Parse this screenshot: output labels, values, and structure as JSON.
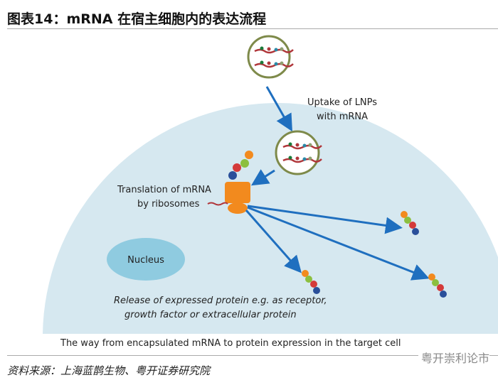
{
  "header": {
    "title": "图表14：mRNA 在宿主细胞内的表达流程"
  },
  "diagram": {
    "uptake_label_1": "Uptake of LNPs",
    "uptake_label_2": "with mRNA",
    "translation_label_1": "Translation of mRNA",
    "translation_label_2": "by ribosomes",
    "nucleus_label": "Nucleus",
    "release_label_1": "Release of expressed protein e.g. as receptor,",
    "release_label_2": "growth factor or extracellular protein",
    "caption": "The way from encapsulated mRNA to protein expression in the target cell",
    "colors": {
      "cell": "#d6e8f0",
      "nucleus": "#8fcbe0",
      "arrow": "#1f6fbf",
      "lnp": "#7e8a4a",
      "ribosome": "#f28a1e",
      "mrna": "#b0363a"
    }
  },
  "footer": {
    "source": "资料来源：上海蓝鹊生物、粤开证券研究院",
    "watermark": "粤开崇利论市"
  }
}
